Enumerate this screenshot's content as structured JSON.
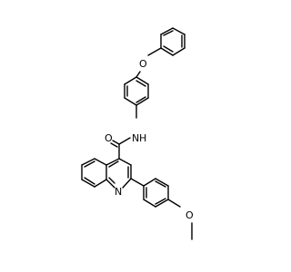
{
  "molecule": {
    "atoms": {
      "o_ether": "O",
      "n_amide": "N",
      "h_amide": "H",
      "o_carbonyl": "O",
      "n_ring": "N",
      "o_methoxy": "O"
    }
  },
  "colors": {
    "bond": "#000000",
    "label": "#000000",
    "background": "#ffffff"
  }
}
